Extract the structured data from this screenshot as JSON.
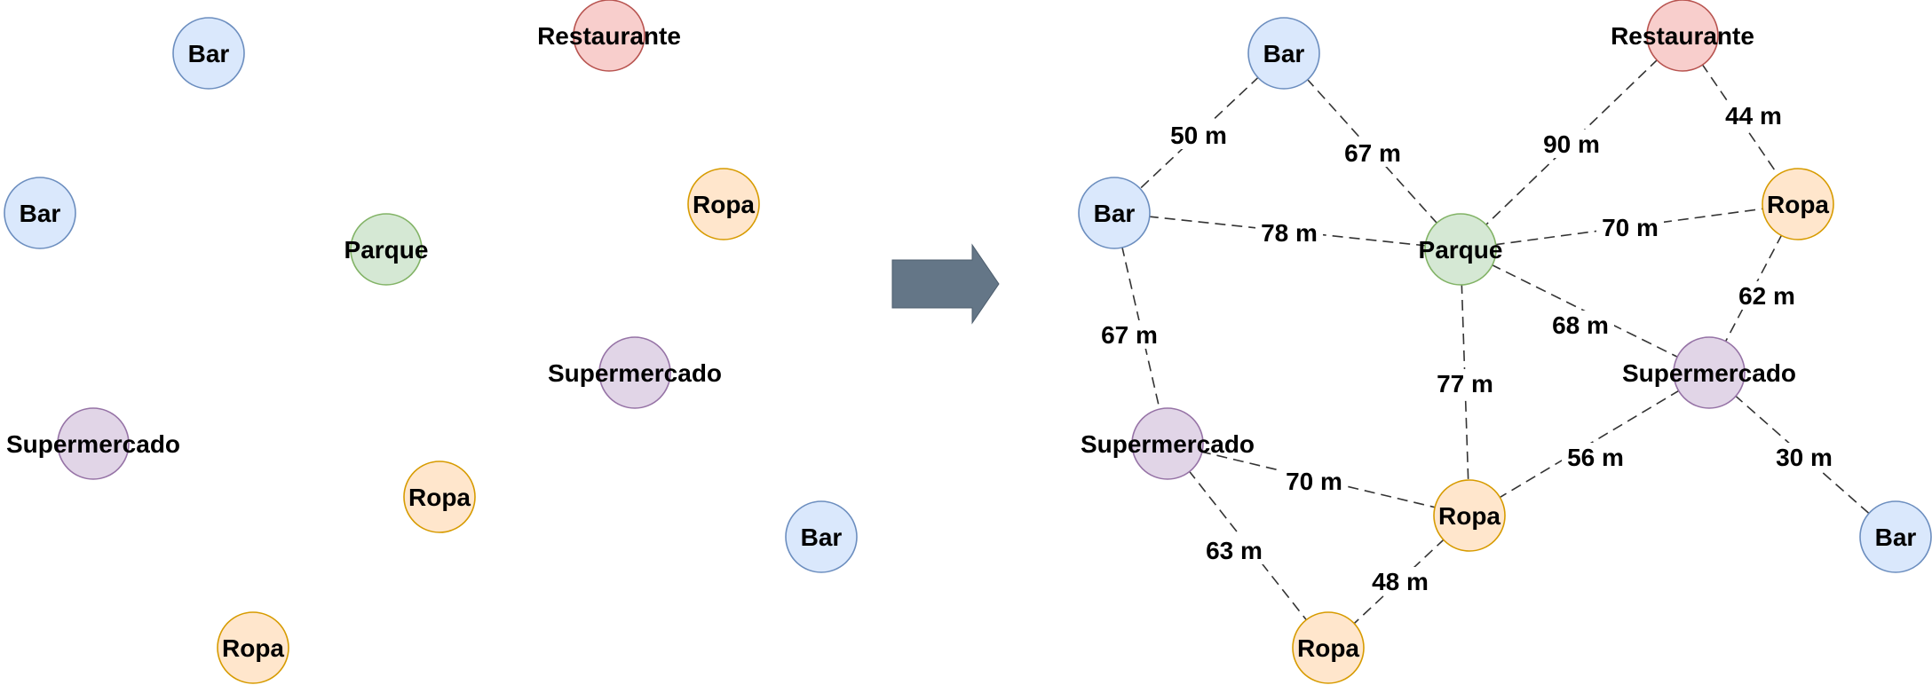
{
  "palette": {
    "bar": {
      "fill": "#dae8fc",
      "stroke": "#6c8ebf"
    },
    "restaurante": {
      "fill": "#f8cecc",
      "stroke": "#b85450"
    },
    "ropa": {
      "fill": "#ffe6cc",
      "stroke": "#d79b00"
    },
    "parque": {
      "fill": "#d5e8d4",
      "stroke": "#82b366"
    },
    "supermercado": {
      "fill": "#e1d5e7",
      "stroke": "#9673a6"
    },
    "arrow": "#647687",
    "edge": "#333333"
  },
  "left_graph": {
    "nodes": [
      {
        "id": "L_bar1",
        "label": "Bar",
        "kind": "bar"
      },
      {
        "id": "L_rest",
        "label": "Restaurante",
        "kind": "restaurante"
      },
      {
        "id": "L_bar2",
        "label": "Bar",
        "kind": "bar"
      },
      {
        "id": "L_ropa1",
        "label": "Ropa",
        "kind": "ropa"
      },
      {
        "id": "L_parque",
        "label": "Parque",
        "kind": "parque"
      },
      {
        "id": "L_super1",
        "label": "Supermercado",
        "kind": "supermercado"
      },
      {
        "id": "L_super2",
        "label": "Supermercado",
        "kind": "supermercado"
      },
      {
        "id": "L_ropa2",
        "label": "Ropa",
        "kind": "ropa"
      },
      {
        "id": "L_bar3",
        "label": "Bar",
        "kind": "bar"
      },
      {
        "id": "L_ropa3",
        "label": "Ropa",
        "kind": "ropa"
      }
    ]
  },
  "right_graph": {
    "nodes": [
      {
        "id": "R_bar1",
        "label": "Bar",
        "kind": "bar"
      },
      {
        "id": "R_rest",
        "label": "Restaurante",
        "kind": "restaurante"
      },
      {
        "id": "R_bar2",
        "label": "Bar",
        "kind": "bar"
      },
      {
        "id": "R_ropa1",
        "label": "Ropa",
        "kind": "ropa"
      },
      {
        "id": "R_parque",
        "label": "Parque",
        "kind": "parque"
      },
      {
        "id": "R_super1",
        "label": "Supermercado",
        "kind": "supermercado"
      },
      {
        "id": "R_super2",
        "label": "Supermercado",
        "kind": "supermercado"
      },
      {
        "id": "R_ropa2",
        "label": "Ropa",
        "kind": "ropa"
      },
      {
        "id": "R_bar3",
        "label": "Bar",
        "kind": "bar"
      },
      {
        "id": "R_ropa3",
        "label": "Ropa",
        "kind": "ropa"
      }
    ],
    "edges": [
      {
        "from": "R_bar1",
        "to": "R_bar2",
        "label": "50 m"
      },
      {
        "from": "R_bar1",
        "to": "R_parque",
        "label": "67 m"
      },
      {
        "from": "R_rest",
        "to": "R_parque",
        "label": "90 m"
      },
      {
        "from": "R_rest",
        "to": "R_ropa1",
        "label": "44 m"
      },
      {
        "from": "R_bar2",
        "to": "R_parque",
        "label": "78 m"
      },
      {
        "from": "R_parque",
        "to": "R_ropa1",
        "label": "70 m"
      },
      {
        "from": "R_ropa1",
        "to": "R_super1",
        "label": "62 m"
      },
      {
        "from": "R_parque",
        "to": "R_super1",
        "label": "68 m"
      },
      {
        "from": "R_bar2",
        "to": "R_super2",
        "label": "67 m"
      },
      {
        "from": "R_parque",
        "to": "R_ropa2",
        "label": "77 m"
      },
      {
        "from": "R_super1",
        "to": "R_ropa2",
        "label": "56 m"
      },
      {
        "from": "R_super1",
        "to": "R_bar3",
        "label": "30 m"
      },
      {
        "from": "R_super2",
        "to": "R_ropa2",
        "label": "70 m"
      },
      {
        "from": "R_super2",
        "to": "R_ropa3",
        "label": "63 m"
      },
      {
        "from": "R_ropa2",
        "to": "R_ropa3",
        "label": "48 m"
      }
    ]
  }
}
